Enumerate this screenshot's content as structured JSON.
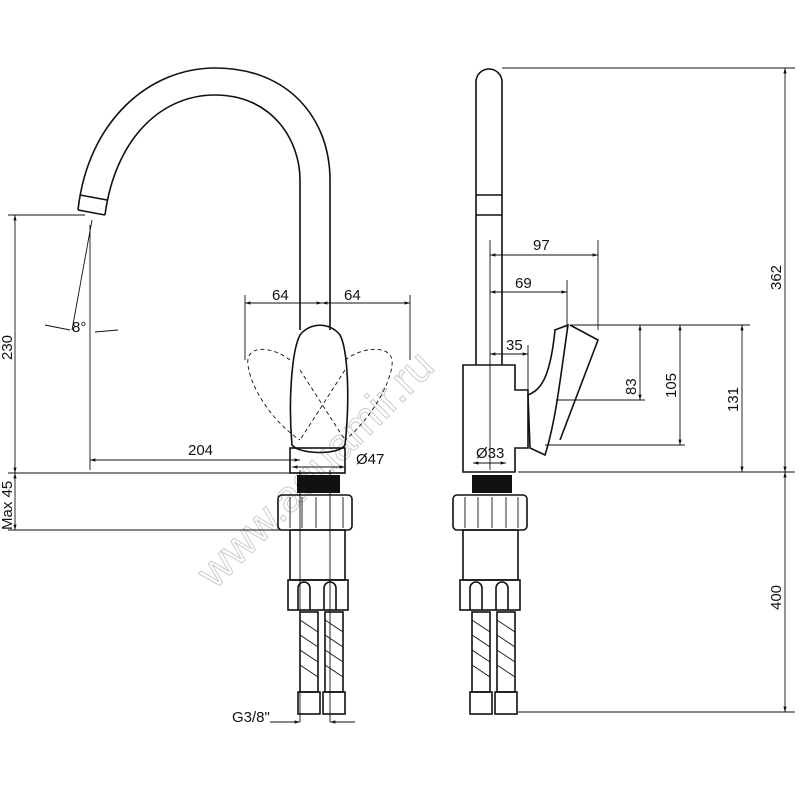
{
  "watermark": "www.aquamir.ru",
  "front_view": {
    "dim_height": "230",
    "dim_angle": "8°",
    "dim_handle_left": "64",
    "dim_handle_right": "64",
    "dim_reach": "204",
    "dim_base_diameter": "Ø47",
    "dim_max_thickness": "Max 45",
    "dim_thread": "G3/8\""
  },
  "side_view": {
    "dim_97": "97",
    "dim_69": "69",
    "dim_35": "35",
    "dim_83": "83",
    "dim_105": "105",
    "dim_131": "131",
    "dim_diameter": "Ø33",
    "dim_total_height": "362",
    "dim_hose_length": "400"
  }
}
